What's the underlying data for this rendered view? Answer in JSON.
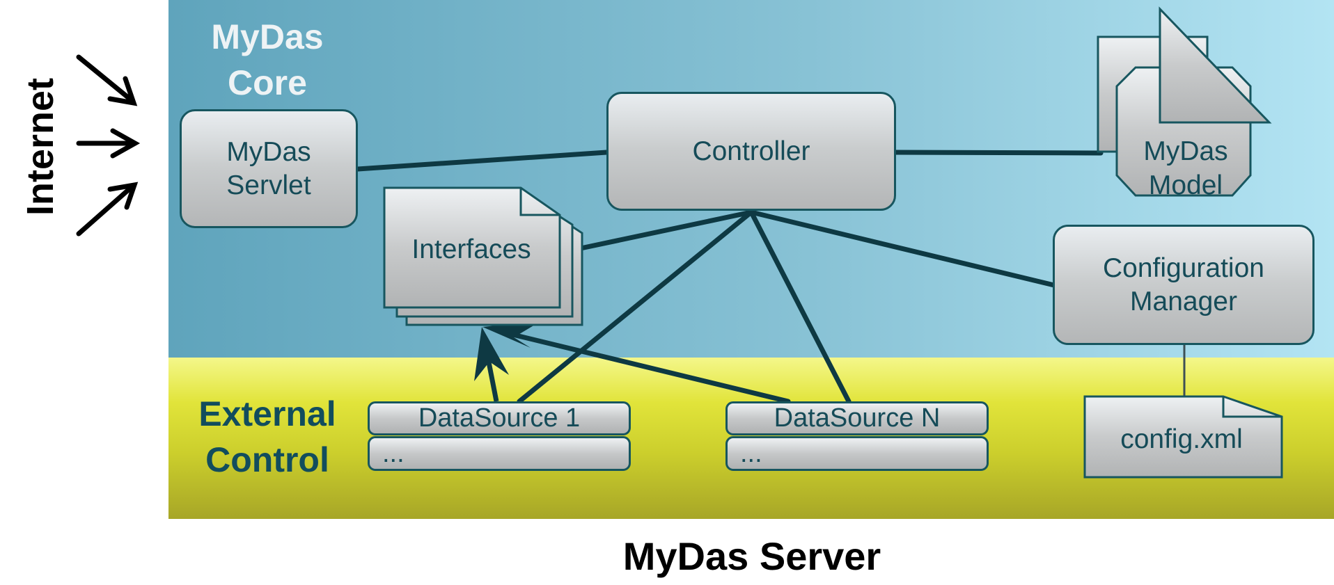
{
  "internet_label": "Internet",
  "server_title": "MyDas Server",
  "core": {
    "title_line1": "MyDas",
    "title_line2": "Core"
  },
  "external": {
    "title_line1": "External",
    "title_line2": "Control"
  },
  "servlet": {
    "line1": "MyDas",
    "line2": "Servlet"
  },
  "controller": {
    "label": "Controller"
  },
  "interfaces": {
    "label": "Interfaces"
  },
  "model": {
    "line1": "MyDas",
    "line2": "Model"
  },
  "config_manager": {
    "line1": "Configuration",
    "line2": "Manager"
  },
  "config_file": {
    "label": "config.xml"
  },
  "datasources": [
    {
      "title": "DataSource 1",
      "more": "..."
    },
    {
      "title": "DataSource N",
      "more": "..."
    }
  ],
  "colors": {
    "core_gradient_start": "#5fa4bc",
    "core_gradient_end": "#b3e4f3",
    "external_yellow": "#e1e43a",
    "box_border": "#17565f",
    "box_fill": "#c9cccd",
    "text_dark_teal": "#154b58",
    "connector": "#0e3943"
  }
}
